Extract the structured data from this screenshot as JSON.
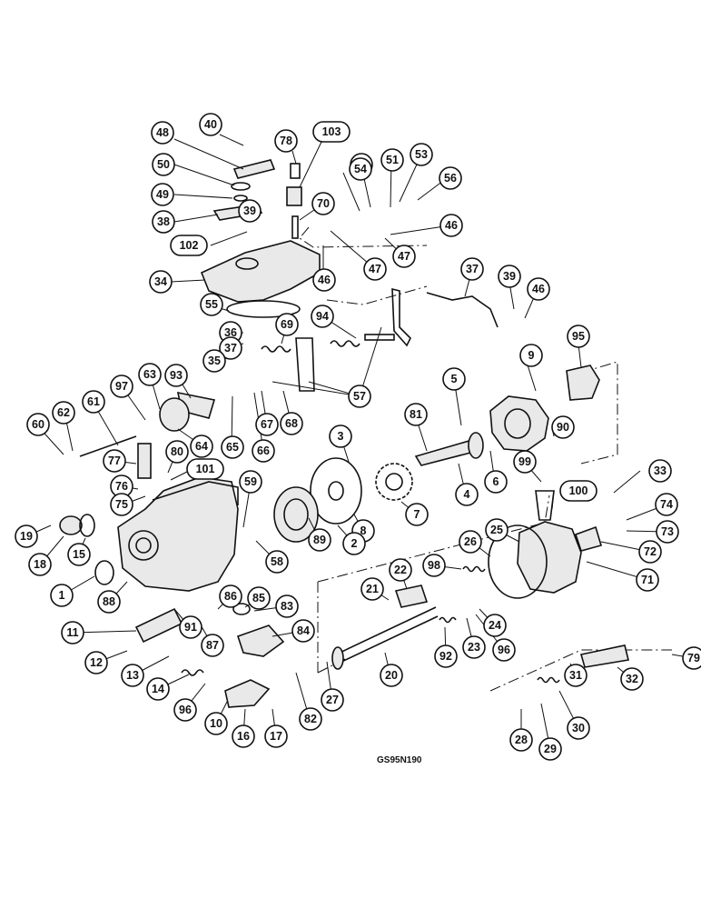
{
  "drawing_code": "GS95N190",
  "callouts": [
    {
      "label": "40"
    },
    {
      "label": "78"
    },
    {
      "label": "103"
    },
    {
      "label": "48"
    },
    {
      "label": "50"
    },
    {
      "label": "52"
    },
    {
      "label": "51"
    },
    {
      "label": "53"
    },
    {
      "label": "54"
    },
    {
      "label": "56"
    },
    {
      "label": "49"
    },
    {
      "label": "39"
    },
    {
      "label": "70"
    },
    {
      "label": "38"
    },
    {
      "label": "46"
    },
    {
      "label": "102"
    },
    {
      "label": "47"
    },
    {
      "label": "47"
    },
    {
      "label": "46"
    },
    {
      "label": "37"
    },
    {
      "label": "34"
    },
    {
      "label": "39"
    },
    {
      "label": "46"
    },
    {
      "label": "55"
    },
    {
      "label": "94"
    },
    {
      "label": "69"
    },
    {
      "label": "36"
    },
    {
      "label": "9"
    },
    {
      "label": "95"
    },
    {
      "label": "37"
    },
    {
      "label": "35"
    },
    {
      "label": "5"
    },
    {
      "label": "93"
    },
    {
      "label": "63"
    },
    {
      "label": "97"
    },
    {
      "label": "61"
    },
    {
      "label": "57"
    },
    {
      "label": "62"
    },
    {
      "label": "81"
    },
    {
      "label": "90"
    },
    {
      "label": "60"
    },
    {
      "label": "64"
    },
    {
      "label": "65"
    },
    {
      "label": "66"
    },
    {
      "label": "67"
    },
    {
      "label": "68"
    },
    {
      "label": "3"
    },
    {
      "label": "80"
    },
    {
      "label": "77"
    },
    {
      "label": "101"
    },
    {
      "label": "99"
    },
    {
      "label": "33"
    },
    {
      "label": "76"
    },
    {
      "label": "59"
    },
    {
      "label": "4"
    },
    {
      "label": "6"
    },
    {
      "label": "100"
    },
    {
      "label": "7"
    },
    {
      "label": "75"
    },
    {
      "label": "74"
    },
    {
      "label": "8"
    },
    {
      "label": "89"
    },
    {
      "label": "2"
    },
    {
      "label": "73"
    },
    {
      "label": "25"
    },
    {
      "label": "19"
    },
    {
      "label": "26"
    },
    {
      "label": "18"
    },
    {
      "label": "15"
    },
    {
      "label": "72"
    },
    {
      "label": "98"
    },
    {
      "label": "58"
    },
    {
      "label": "22"
    },
    {
      "label": "71"
    },
    {
      "label": "1"
    },
    {
      "label": "21"
    },
    {
      "label": "88"
    },
    {
      "label": "86"
    },
    {
      "label": "85"
    },
    {
      "label": "83"
    },
    {
      "label": "24"
    },
    {
      "label": "91"
    },
    {
      "label": "84"
    },
    {
      "label": "11"
    },
    {
      "label": "87"
    },
    {
      "label": "92"
    },
    {
      "label": "23"
    },
    {
      "label": "96"
    },
    {
      "label": "12"
    },
    {
      "label": "20"
    },
    {
      "label": "79"
    },
    {
      "label": "13"
    },
    {
      "label": "14"
    },
    {
      "label": "96"
    },
    {
      "label": "27"
    },
    {
      "label": "32"
    },
    {
      "label": "31"
    },
    {
      "label": "82"
    },
    {
      "label": "10"
    },
    {
      "label": "16"
    },
    {
      "label": "17"
    },
    {
      "label": "30"
    },
    {
      "label": "28"
    },
    {
      "label": "29"
    }
  ]
}
